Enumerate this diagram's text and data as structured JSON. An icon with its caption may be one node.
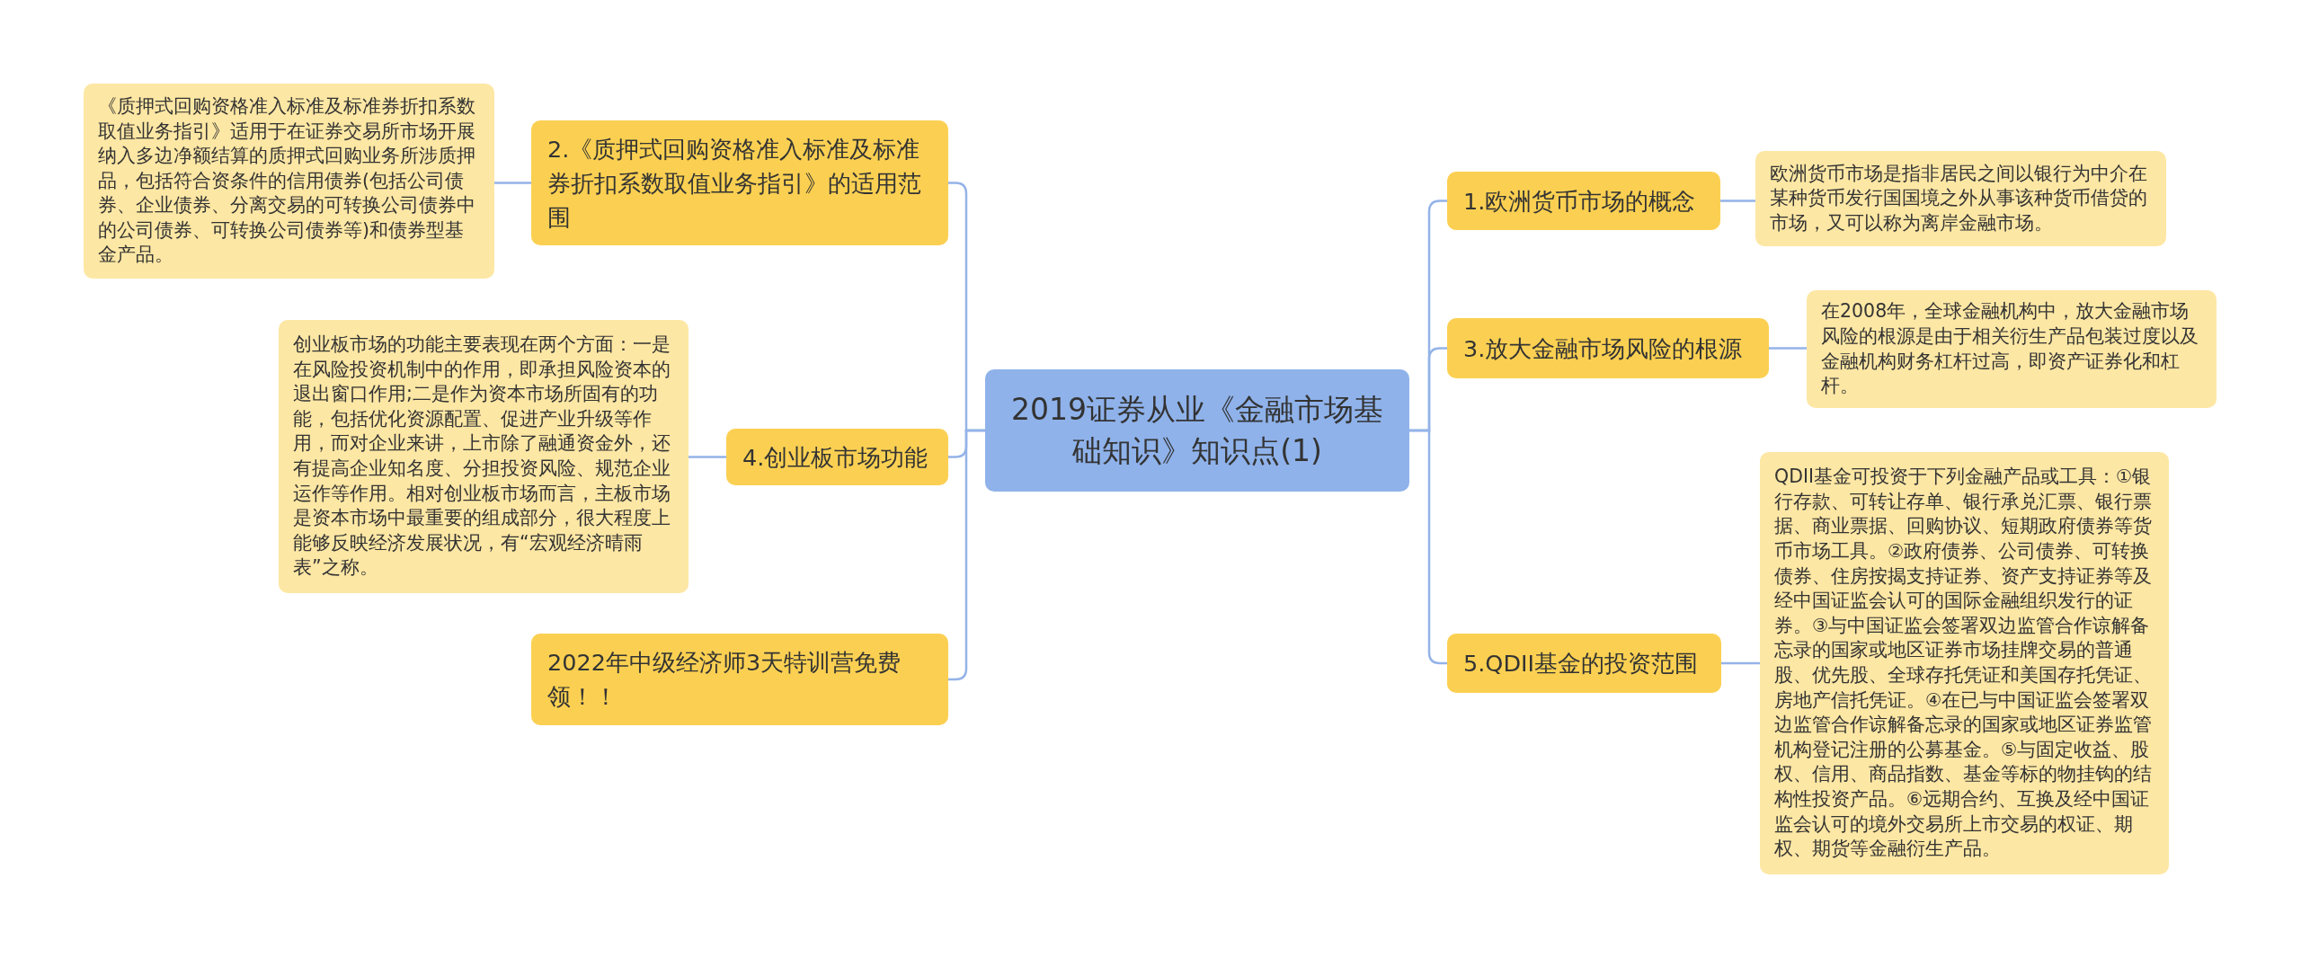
{
  "diagram": {
    "nodes": [
      {
        "text": [
          "2019证券从业《金融市场基础知识》知识点(1)"
        ]
      },
      {
        "text": [
          "1.欧洲货币市场的概念"
        ]
      },
      {
        "text": [
          "欧洲货币市场是指非居民之间以银行为中介在某种货币发行国国境之外从事该种货币借贷的市场，又可以称为离岸金融市场。"
        ]
      },
      {
        "text": [
          "3.放大金融市场风险的根源"
        ]
      },
      {
        "text": [
          "在2008年，全球金融机构中，放大金融市场风险的根源是由于相关衍生产品包装过度以及金融机构财务杠杆过高，即资产证券化和杠杆。"
        ]
      },
      {
        "text": [
          "5.QDII基金的投资范围"
        ]
      },
      {
        "text": [
          "QDII基金可投资于下列金融产品或工具：①银行存款、可转让存单、银行承兑汇票、银行票据、商业票据、回购协议、短期政府债券等货币市场工具。②政府债券、公司债券、可转换债券、住房按揭支持证券、资产支持证券等及经中国证监会认可的国际金融组织发行的证券。③与中国证监会签署双边监管合作谅解备忘录的国家或地区证券市场挂牌交易的普通股、优先股、全球存托凭证和美国存托凭证、房地产信托凭证。④在已与中国证监会签署双边监管合作谅解备忘录的国家或地区证券监管机构登记注册的公募基金。⑤与固定收益、股权、信用、商品指数、基金等标的物挂钩的结构性投资产品。⑥远期合约、互换及经中国证监会认可的境外交易所上市交易的权证、期权、期货等金融衍生产品。"
        ]
      },
      {
        "text": [
          "2.《质押式回购资格准入标准及标准券折扣系数取值业务指引》的适用范围"
        ]
      },
      {
        "text": [
          "《质押式回购资格准入标准及标准券折扣系数取值业务指引》适用于在证券交易所市场开展纳入多边净额结算的质押式回购业务所涉质押品，包括符合资条件的信用债券(包括公司债券、企业债券、分离交易的可转换公司债券中的公司债券、可转换公司债券等)和债券型基金产品。"
        ]
      },
      {
        "text": [
          "4.创业板市场功能"
        ]
      },
      {
        "text": [
          "创业板市场的功能主要表现在两个方面：一是在风险投资机制中的作用，即承担风险资本的退出窗口作用;二是作为资本市场所固有的功能，包括优化资源配置、促进产业升级等作用，而对企业来讲，上市除了融通资金外，还有提高企业知名度、分担投资风险、规范企业运作等作用。相对创业板市场而言，主板市场是资本市场中最重要的组成部分，很大程度上能够反映经济发展状况，有“宏观经济晴雨表”之称。"
        ]
      },
      {
        "text": [
          "2022年中级经济师3天特训营免费领！！"
        ]
      }
    ],
    "edges": [
      {
        "from": 0,
        "to": 1,
        "arrow": "none"
      },
      {
        "from": 1,
        "to": 2,
        "arrow": "none"
      },
      {
        "from": 0,
        "to": 3,
        "arrow": "none"
      },
      {
        "from": 3,
        "to": 4,
        "arrow": "none"
      },
      {
        "from": 0,
        "to": 5,
        "arrow": "none"
      },
      {
        "from": 5,
        "to": 6,
        "arrow": "none"
      },
      {
        "from": 0,
        "to": 7,
        "arrow": "none"
      },
      {
        "from": 7,
        "to": 8,
        "arrow": "none"
      },
      {
        "from": 0,
        "to": 9,
        "arrow": "none"
      },
      {
        "from": 9,
        "to": 10,
        "arrow": "none"
      },
      {
        "from": 0,
        "to": 11,
        "arrow": "none"
      }
    ]
  }
}
